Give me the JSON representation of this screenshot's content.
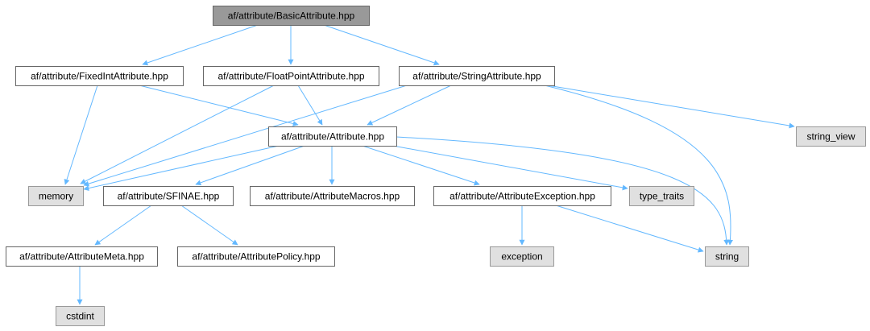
{
  "colors": {
    "edge": "#63b8ff",
    "node_border": "#666666",
    "node_fill": "#ffffff",
    "highlight_fill": "#999999",
    "external_fill": "#e0e0e0",
    "external_border": "#999999",
    "background": "#ffffff"
  },
  "nodes": [
    {
      "id": "basic",
      "label": "af/attribute/BasicAttribute.hpp",
      "kind": "highlight"
    },
    {
      "id": "fixedint",
      "label": "af/attribute/FixedIntAttribute.hpp",
      "kind": "file"
    },
    {
      "id": "floatpoint",
      "label": "af/attribute/FloatPointAttribute.hpp",
      "kind": "file"
    },
    {
      "id": "stringattr",
      "label": "af/attribute/StringAttribute.hpp",
      "kind": "file"
    },
    {
      "id": "attribute",
      "label": "af/attribute/Attribute.hpp",
      "kind": "file"
    },
    {
      "id": "string_view",
      "label": "string_view",
      "kind": "external"
    },
    {
      "id": "memory",
      "label": "memory",
      "kind": "external"
    },
    {
      "id": "sfinae",
      "label": "af/attribute/SFINAE.hpp",
      "kind": "file"
    },
    {
      "id": "macros",
      "label": "af/attribute/AttributeMacros.hpp",
      "kind": "file"
    },
    {
      "id": "exception_h",
      "label": "af/attribute/AttributeException.hpp",
      "kind": "file"
    },
    {
      "id": "type_traits",
      "label": "type_traits",
      "kind": "external"
    },
    {
      "id": "meta",
      "label": "af/attribute/AttributeMeta.hpp",
      "kind": "file"
    },
    {
      "id": "policy",
      "label": "af/attribute/AttributePolicy.hpp",
      "kind": "file"
    },
    {
      "id": "exception",
      "label": "exception",
      "kind": "external"
    },
    {
      "id": "string",
      "label": "string",
      "kind": "external"
    },
    {
      "id": "cstdint",
      "label": "cstdint",
      "kind": "external"
    }
  ],
  "edges": [
    {
      "from": "basic",
      "to": "fixedint"
    },
    {
      "from": "basic",
      "to": "floatpoint"
    },
    {
      "from": "basic",
      "to": "stringattr"
    },
    {
      "from": "fixedint",
      "to": "attribute"
    },
    {
      "from": "fixedint",
      "to": "memory"
    },
    {
      "from": "floatpoint",
      "to": "attribute"
    },
    {
      "from": "floatpoint",
      "to": "memory"
    },
    {
      "from": "stringattr",
      "to": "attribute"
    },
    {
      "from": "stringattr",
      "to": "memory"
    },
    {
      "from": "stringattr",
      "to": "string_view"
    },
    {
      "from": "stringattr",
      "to": "string"
    },
    {
      "from": "attribute",
      "to": "memory"
    },
    {
      "from": "attribute",
      "to": "sfinae"
    },
    {
      "from": "attribute",
      "to": "macros"
    },
    {
      "from": "attribute",
      "to": "exception_h"
    },
    {
      "from": "attribute",
      "to": "type_traits"
    },
    {
      "from": "attribute",
      "to": "string"
    },
    {
      "from": "sfinae",
      "to": "meta"
    },
    {
      "from": "sfinae",
      "to": "policy"
    },
    {
      "from": "exception_h",
      "to": "exception"
    },
    {
      "from": "exception_h",
      "to": "string"
    },
    {
      "from": "meta",
      "to": "cstdint"
    }
  ]
}
